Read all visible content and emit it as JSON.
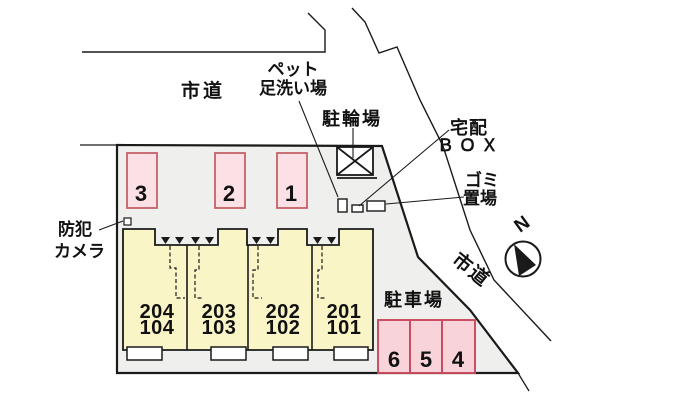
{
  "plan": {
    "road_top": "市道",
    "road_side": "市道",
    "north": "N",
    "pet_wash_1": "ペット",
    "pet_wash_2": "足洗い場",
    "bicycle": "駐輪場",
    "delivery_1": "宅配",
    "delivery_2": "ＢＯＸ",
    "garbage_1": "ゴミ",
    "garbage_2": "置場",
    "camera_1": "防犯",
    "camera_2": "カメラ",
    "parking_lot": "駐車場"
  },
  "units": [
    {
      "upper": "204",
      "lower": "104"
    },
    {
      "upper": "203",
      "lower": "103"
    },
    {
      "upper": "202",
      "lower": "102"
    },
    {
      "upper": "201",
      "lower": "101"
    }
  ],
  "stalls_top": [
    "3",
    "2",
    "1"
  ],
  "stalls_bottom": [
    "6",
    "5",
    "4"
  ],
  "colors": {
    "ground": "#EFEFEE",
    "building_fill": "#F9F5C6",
    "stall_top_fill": "#FBE1E5",
    "stall_top_border": "#C25B62",
    "stall_bottom_fill": "#F8D3DA",
    "stall_bottom_border": "#C9485C",
    "line": "#1A1A1A"
  }
}
